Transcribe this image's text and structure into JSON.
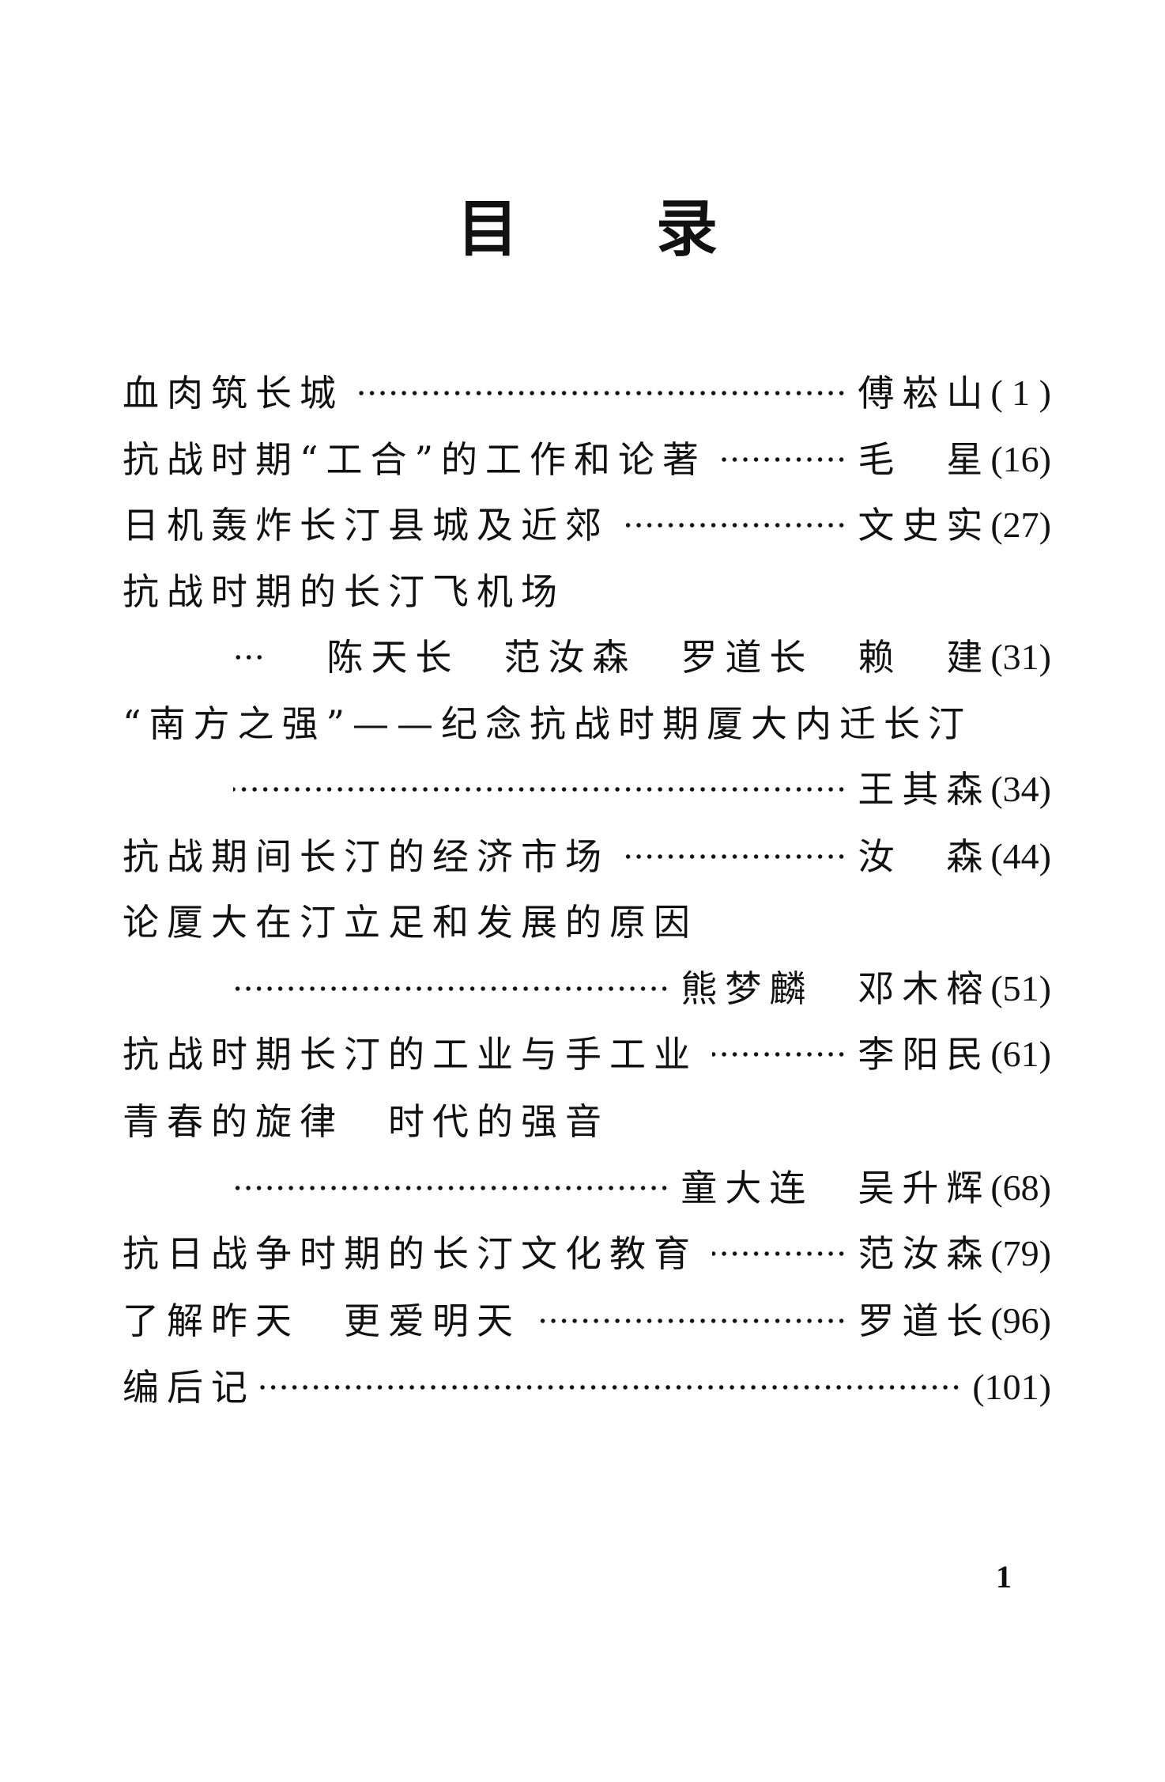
{
  "title": {
    "char1": "目",
    "char2": "录"
  },
  "entries": [
    {
      "title": "血肉筑长城",
      "author": "傅崧山",
      "page": "( 1 )"
    },
    {
      "title": "抗战时期“工合”的工作和论著",
      "author": "毛　星",
      "page": "(16)"
    },
    {
      "title": "日机轰炸长汀县城及近郊",
      "author": "文史实",
      "page": "(27)"
    },
    {
      "title": "抗战时期的长汀飞机场",
      "author": "陈天长　范汝森　罗道长　赖　建",
      "page": "(31)"
    },
    {
      "title": "“南方之强”——纪念抗战时期厦大内迁长汀",
      "author": "王其森",
      "page": "(34)"
    },
    {
      "title": "抗战期间长汀的经济市场",
      "author": "汝　森",
      "page": "(44)"
    },
    {
      "title": "论厦大在汀立足和发展的原因",
      "author": "熊梦麟　邓木榕",
      "page": "(51)"
    },
    {
      "title": "抗战时期长汀的工业与手工业",
      "author": "李阳民",
      "page": "(61)"
    },
    {
      "title": "青春的旋律　时代的强音",
      "author": "童大连　吴升辉",
      "page": "(68)"
    },
    {
      "title": "抗日战争时期的长汀文化教育",
      "author": "范汝森",
      "page": "(79)"
    },
    {
      "title": "了解昨天　更爱明天",
      "author": "罗道长",
      "page": "(96)"
    },
    {
      "title": "编后记",
      "author": "",
      "page": "(101)"
    }
  ],
  "page_number": "1"
}
